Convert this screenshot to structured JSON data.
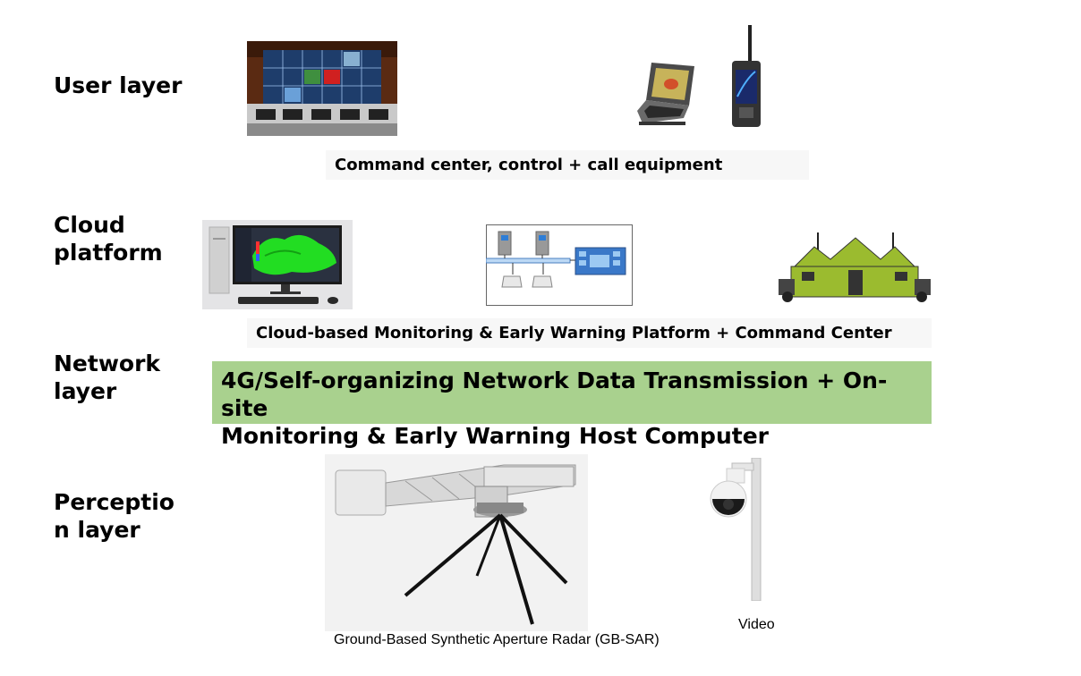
{
  "layers": {
    "user": {
      "label": "User layer"
    },
    "cloud": {
      "label": "Cloud\nplatform"
    },
    "network": {
      "label": "Network\nlayer"
    },
    "perception": {
      "label": "Perceptio\nn layer"
    }
  },
  "captions": {
    "user": "Command center, control + call equipment",
    "cloud": "Cloud-based Monitoring & Early Warning Platform + Command Center",
    "network": "4G/Self-organizing Network Data Transmission + On-site\nMonitoring & Early Warning Host Computer",
    "radar": "Ground-Based Synthetic Aperture Radar (GB-SAR)",
    "video": "Video"
  },
  "images": {
    "command_center": "command-center-photo",
    "laptop": "rugged-laptop-icon",
    "radio": "handheld-radio-icon",
    "desktop": "desktop-monitor-icon",
    "network_diagram": "network-topology-diagram",
    "vehicle": "command-vehicle-icon",
    "radar": "gb-sar-radar-icon",
    "camera": "ptz-camera-icon"
  },
  "colors": {
    "network_band": "#a9d18e",
    "caption_bg": "#f7f7f7",
    "vehicle": "#9bbb2f",
    "terrain": "#22dd22"
  }
}
